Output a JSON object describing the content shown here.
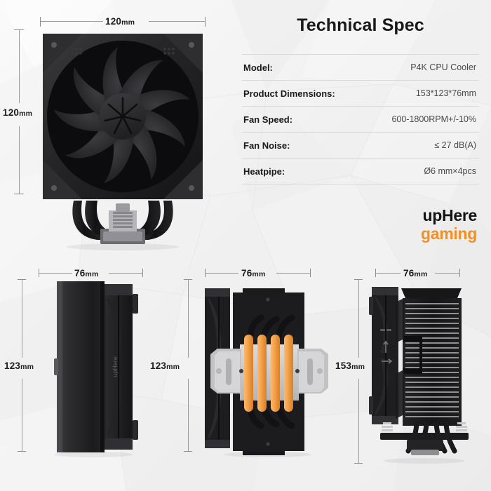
{
  "spec": {
    "title": "Technical Spec",
    "rows": [
      {
        "key": "Model:",
        "value": "P4K CPU Cooler"
      },
      {
        "key": "Product Dimensions:",
        "value": "153*123*76mm"
      },
      {
        "key": "Fan Speed:",
        "value": "600-1800RPM+/-10%"
      },
      {
        "key": "Fan Noise:",
        "value": "≤ 27 dB(A)"
      },
      {
        "key": "Heatpipe:",
        "value": "Ø6 mm×4pcs"
      }
    ]
  },
  "brand": {
    "line1": "upHere",
    "line2": "gaming",
    "accent_color": "#f0902a"
  },
  "views": {
    "front": {
      "width_label_num": "120",
      "width_label_unit": "mm",
      "height_label_num": "120",
      "height_label_unit": "mm",
      "fan_hub_mark": "star-hub",
      "blade_count": 9
    },
    "side_left": {
      "width_label_num": "76",
      "width_label_unit": "mm",
      "height_label_num": "123",
      "height_label_unit": "mm",
      "fan_text": "upHere"
    },
    "top_down": {
      "width_label_num": "76",
      "width_label_unit": "mm",
      "height_label_num": "123",
      "height_label_unit": "mm",
      "heatpipe_count": 4,
      "heatpipe_color": "#f2a04a",
      "baseplate_color": "#c9c9c9"
    },
    "side_right": {
      "width_label_num": "76",
      "width_label_unit": "mm",
      "height_label_num": "153",
      "height_label_unit": "mm",
      "airflow_marks": "arrows"
    }
  },
  "palette": {
    "background": "#f2f2f2",
    "body_black": "#1c1c1e",
    "body_black_light": "#343437",
    "dim_line": "#9a9a9a",
    "text_dark": "#1a1a1a",
    "text_gray": "#4a4a4a"
  }
}
